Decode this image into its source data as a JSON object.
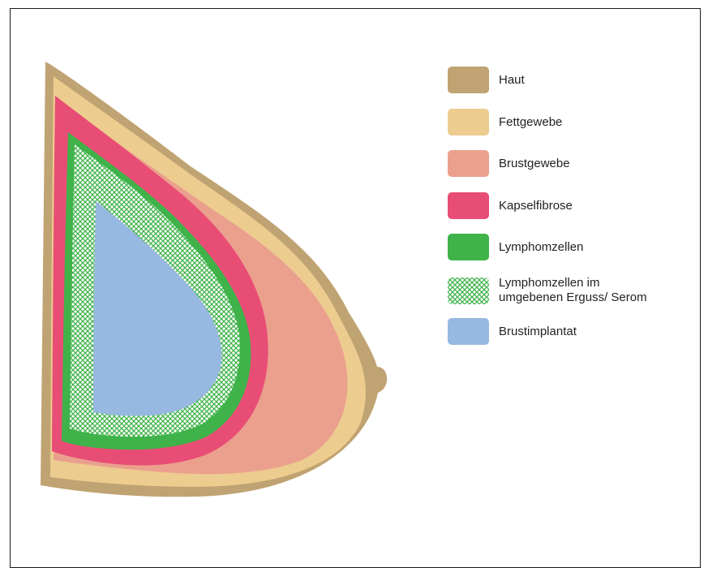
{
  "colors": {
    "haut": "#c0a372",
    "fettgewebe": "#edcc8f",
    "brustgewebe": "#eba08e",
    "kapselfibrose": "#e84d75",
    "lymphomzellen": "#3fb34a",
    "brustimplantat": "#97b8e0"
  },
  "legend": {
    "items": [
      {
        "label": "Haut",
        "color": "#c0a372",
        "pattern": false
      },
      {
        "label": "Fettgewebe",
        "color": "#edcc8f",
        "pattern": false
      },
      {
        "label": "Brustgewebe",
        "color": "#eba08e",
        "pattern": false
      },
      {
        "label": "Kapselfibrose",
        "color": "#e84d75",
        "pattern": false
      },
      {
        "label": "Lymphomzellen",
        "color": "#3fb34a",
        "pattern": false
      },
      {
        "label": "Lymphomzellen im\numgebenen Erguss/ Serom",
        "color": "#3fb34a",
        "pattern": true
      },
      {
        "label": "Brustimplantat",
        "color": "#97b8e0",
        "pattern": false
      }
    ]
  }
}
